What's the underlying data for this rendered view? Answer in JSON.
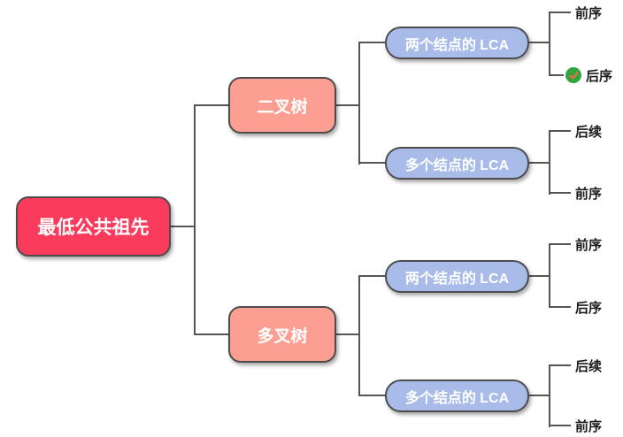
{
  "mindmap": {
    "root": {
      "label": "最低公共祖先"
    },
    "branches": [
      {
        "label": "二叉树",
        "children": [
          {
            "label": "两个结点的 LCA",
            "leaves": [
              {
                "label": "前序"
              },
              {
                "label": "后序",
                "icon": "green-check"
              }
            ]
          },
          {
            "label": "多个结点的 LCA",
            "leaves": [
              {
                "label": "后续"
              },
              {
                "label": "前序"
              }
            ]
          }
        ]
      },
      {
        "label": "多叉树",
        "children": [
          {
            "label": "两个结点的 LCA",
            "leaves": [
              {
                "label": "前序"
              },
              {
                "label": "后序"
              }
            ]
          },
          {
            "label": "多个结点的 LCA",
            "leaves": [
              {
                "label": "后续"
              },
              {
                "label": "前序"
              }
            ]
          }
        ]
      }
    ]
  },
  "colors": {
    "root_bg": "#fa3b5c",
    "branch_bg": "#fc9f92",
    "topic_bg": "#a9bce9",
    "node_border": "#4d4d4d",
    "node_text": "#ffffff",
    "leaf_text": "#1b1b1b",
    "line": "#555555",
    "check_bg": "#31a43c",
    "check_mark": "#e5714e",
    "canvas_bg": "#ffffff"
  }
}
